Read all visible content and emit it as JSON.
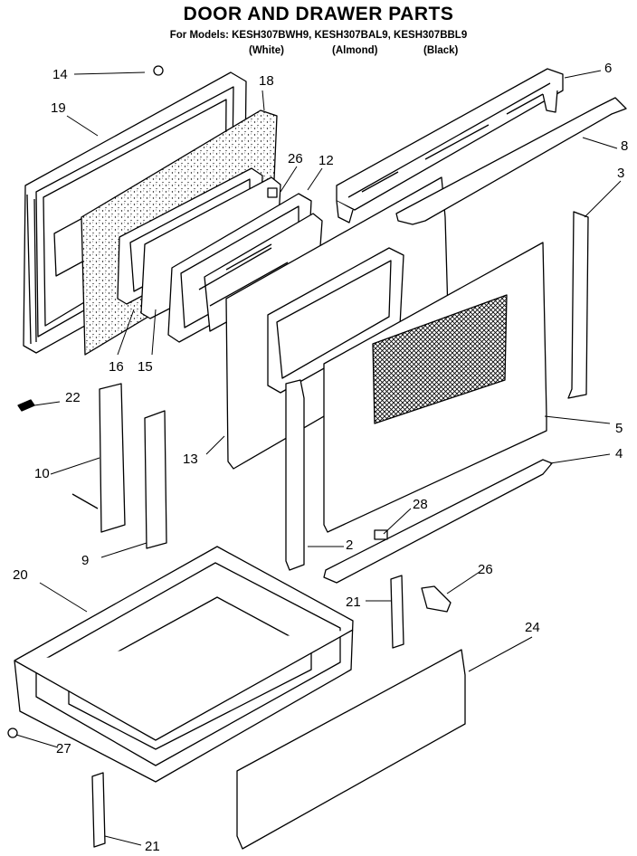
{
  "header": {
    "title": "DOOR AND DRAWER PARTS",
    "subtitle": "For Models: KESH307BWH9, KESH307BAL9, KESH307BBL9",
    "variants": [
      "(White)",
      "(Almond)",
      "(Black)"
    ]
  },
  "callouts": [
    "14",
    "18",
    "19",
    "6",
    "8",
    "26",
    "12",
    "3",
    "16",
    "15",
    "22",
    "10",
    "13",
    "5",
    "4",
    "28",
    "2",
    "9",
    "20",
    "21",
    "26",
    "24",
    "27",
    "21"
  ]
}
